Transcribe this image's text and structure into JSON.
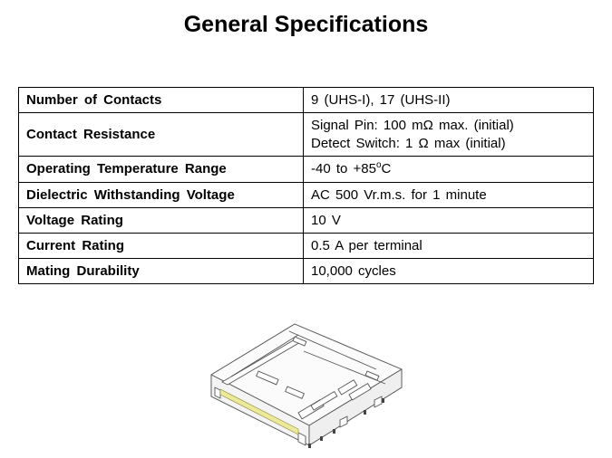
{
  "title": "General Specifications",
  "specs": [
    {
      "label": "Number of Contacts",
      "lines": [
        "9 (UHS-I), 17 (UHS-II)"
      ]
    },
    {
      "label": "Contact Resistance",
      "lines": [
        "Signal Pin: 100 mΩ max. (initial)",
        "Detect Switch: 1 Ω max (initial)"
      ]
    },
    {
      "label": "Operating Temperature Range",
      "value_main": "-40 to +85",
      "value_sup": "o",
      "value_unit": "C"
    },
    {
      "label": "Dielectric Withstanding Voltage",
      "lines": [
        "AC 500 Vr.m.s. for 1 minute"
      ]
    },
    {
      "label": "Voltage Rating",
      "lines": [
        "10 V"
      ]
    },
    {
      "label": "Current Rating",
      "lines": [
        "0.5 A per terminal"
      ]
    },
    {
      "label": "Mating Durability",
      "lines": [
        "10,000 cycles"
      ]
    }
  ],
  "colors": {
    "accent_strip": "#ecea9a",
    "outline": "#555555"
  }
}
